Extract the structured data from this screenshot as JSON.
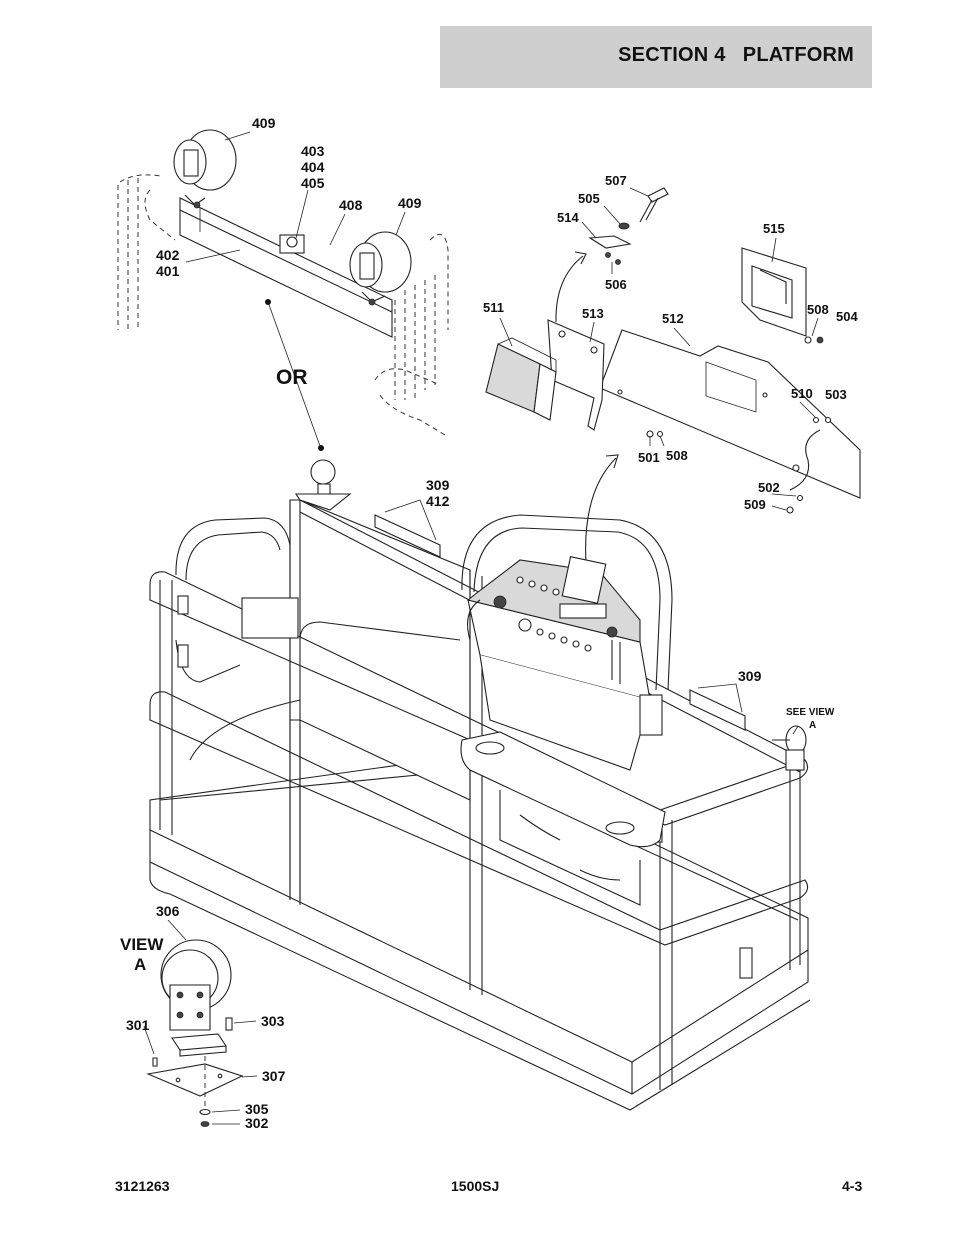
{
  "header": {
    "section_title": "SECTION 4   PLATFORM"
  },
  "diagram": {
    "callouts": {
      "c409a": "409",
      "c403": "403",
      "c404": "404",
      "c405": "405",
      "c408": "408",
      "c409b": "409",
      "c402": "402",
      "c401": "401",
      "or": "OR",
      "c507": "507",
      "c505": "505",
      "c514": "514",
      "c506": "506",
      "c515": "515",
      "c511": "511",
      "c513": "513",
      "c512": "512",
      "c508a": "508",
      "c504": "504",
      "c510": "510",
      "c503": "503",
      "c501": "501",
      "c508b": "508",
      "c502": "502",
      "c509": "509",
      "c309a": "309",
      "c412": "412",
      "c309b": "309",
      "see_view_1": "SEE VIEW",
      "see_view_2": "A",
      "c306": "306",
      "view_1": "VIEW",
      "view_2": "A",
      "c301": "301",
      "c303": "303",
      "c307": "307",
      "c305": "305",
      "c302": "302"
    }
  },
  "footer": {
    "doc_number": "3121263",
    "model": "1500SJ",
    "page": "4-3"
  }
}
